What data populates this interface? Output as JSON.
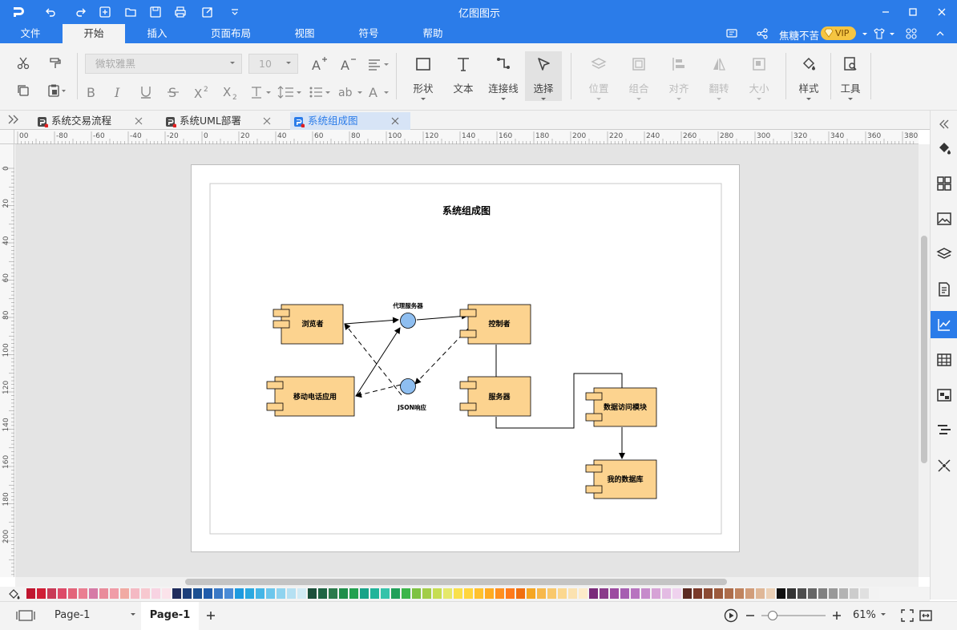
{
  "app": {
    "title": "亿图图示"
  },
  "menu": {
    "items": [
      "文件",
      "开始",
      "插入",
      "页面布局",
      "视图",
      "符号",
      "帮助"
    ],
    "active": "开始"
  },
  "user": {
    "name": "焦糖不苦",
    "badge": "VIP"
  },
  "toolbar": {
    "font_family": "微软雅黑",
    "font_size": "10",
    "shape_label": "形状",
    "text_label": "文本",
    "connector_label": "连接线",
    "select_label": "选择",
    "position_label": "位置",
    "group_label": "组合",
    "align_label": "对齐",
    "flip_label": "翻转",
    "size_label": "大小",
    "style_label": "样式",
    "tools_label": "工具"
  },
  "tabs": [
    {
      "label": "系统交易流程",
      "active": false
    },
    {
      "label": "系统UML部署",
      "active": false
    },
    {
      "label": "系统组成图",
      "active": true
    }
  ],
  "ruler": {
    "h_ticks": [
      "00",
      "-80",
      "-60",
      "-40",
      "-20",
      "0",
      "20",
      "40",
      "60",
      "80",
      "100",
      "120",
      "140",
      "160",
      "180",
      "200",
      "220",
      "240",
      "260",
      "280",
      "300",
      "320",
      "340",
      "360",
      "380"
    ],
    "v_ticks": [
      "0",
      "20",
      "40",
      "60",
      "80",
      "100",
      "120",
      "140",
      "160",
      "180",
      "200"
    ]
  },
  "diagram": {
    "title": "系统组成图",
    "components": [
      {
        "id": "browser",
        "label": "浏览者"
      },
      {
        "id": "mobile",
        "label": "移动电话应用"
      },
      {
        "id": "controller",
        "label": "控制者"
      },
      {
        "id": "server",
        "label": "服务器"
      },
      {
        "id": "dao",
        "label": "数据访问模块"
      },
      {
        "id": "db",
        "label": "我的数据库"
      }
    ],
    "interfaces": [
      {
        "id": "proxy",
        "label": "代理服务器"
      },
      {
        "id": "json",
        "label": "JSON响应"
      }
    ]
  },
  "colors": {
    "accent": "#2b7ce9",
    "component_fill": "#fcd38f",
    "interface_fill": "#8ebef0",
    "palette": [
      "#c0152f",
      "#d01e36",
      "#c93a56",
      "#dd4a68",
      "#e3647a",
      "#ea7e91",
      "#d67aa6",
      "#e98b9b",
      "#f09ca7",
      "#f1aaa3",
      "#f4b9c3",
      "#f7c8cf",
      "#f8d3e2",
      "#fbe3ea",
      "#1f2c5c",
      "#1d3f7a",
      "#1b4f91",
      "#205cab",
      "#3a78c5",
      "#4a8bd6",
      "#1e9adf",
      "#2aa8e0",
      "#44b5e6",
      "#6cc6ec",
      "#8fd3ef",
      "#b5e0f2",
      "#d1eaf4",
      "#1b4f3a",
      "#1e6443",
      "#2b7a4c",
      "#1f8e4a",
      "#22a04f",
      "#18a388",
      "#22b49a",
      "#36c3aa",
      "#22a05a",
      "#3cb54a",
      "#7dc242",
      "#a2cd48",
      "#c6dd52",
      "#e5e86a",
      "#f9e04b",
      "#ffd53d",
      "#ffc12e",
      "#ffab22",
      "#ff8f1f",
      "#ff7a1a",
      "#f06f10",
      "#f5a623",
      "#f7b84b",
      "#f9c86c",
      "#fbd78f",
      "#fbe2b0",
      "#fdebc9",
      "#7a2a7a",
      "#8a3a8a",
      "#9c4aa0",
      "#a65eb1",
      "#b774bf",
      "#c68bcb",
      "#d6a2d6",
      "#e3bbe3",
      "#efd2ee",
      "#5b2a22",
      "#7a3a2a",
      "#8a4a33",
      "#9c5a3c",
      "#ad6d4b",
      "#c0845f",
      "#d19d7a",
      "#dfb797",
      "#ebd0b6",
      "#111111",
      "#333333",
      "#4d4d4d",
      "#666666",
      "#808080",
      "#999999",
      "#b3b3b3",
      "#cccccc",
      "#e0e0e0",
      "#f2f2f2"
    ]
  },
  "status": {
    "page_selector": "Page-1",
    "page_tab": "Page-1",
    "zoom": "61%"
  }
}
